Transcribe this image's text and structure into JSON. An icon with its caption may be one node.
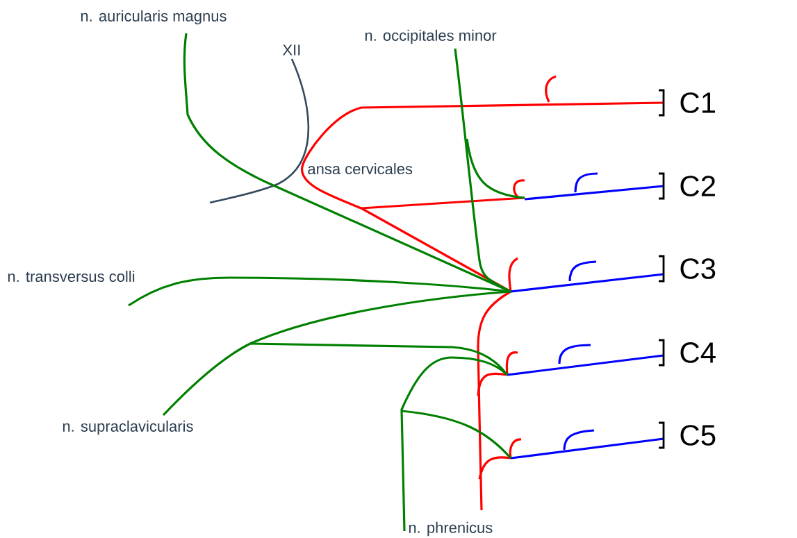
{
  "diagram": {
    "labels": [
      "n. auricularis magnus",
      "XII",
      "n. occipitales minor",
      "ansa cervicales",
      "C1",
      "C2",
      "n. transversus colli",
      "C3",
      "C4",
      "n. supraclavicularis",
      "C5",
      "n. phrenicus"
    ]
  }
}
